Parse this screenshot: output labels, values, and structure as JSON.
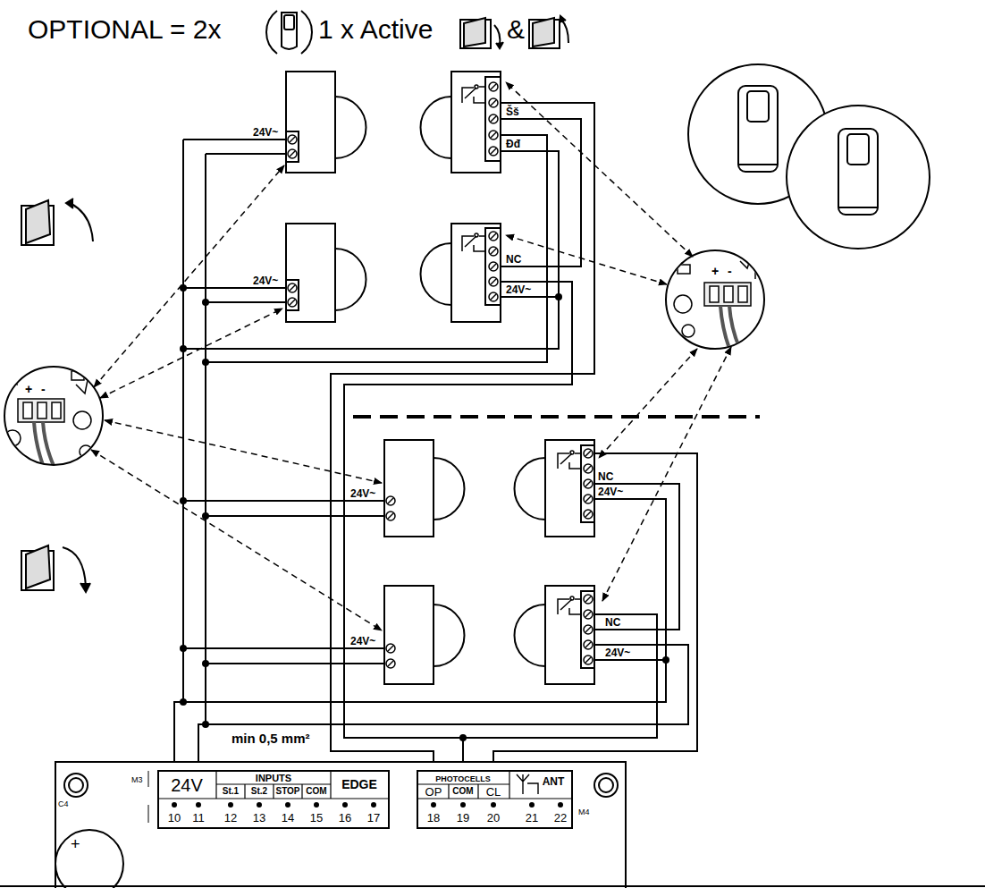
{
  "diagram": {
    "labels": [
      "OPTIONAL = 2x",
      "1 x Active",
      "&",
      "24V~",
      "Šš",
      "Đđ",
      "24V~",
      "NC",
      "24V~",
      "24V~",
      "NC",
      "24V~",
      "24V~",
      "NC",
      "24V~",
      "min 0,5 mm²",
      "24V",
      "INPUTS",
      "St.1",
      "St.2",
      "STOP",
      "COM",
      "EDGE",
      "PHOTOCELLS",
      "OP",
      "COM",
      "CL",
      "ANT",
      "10",
      "11",
      "12",
      "13",
      "14",
      "15",
      "16",
      "17",
      "18",
      "19",
      "20",
      "21",
      "22",
      "M3",
      "C4",
      "+",
      "M4",
      "+",
      "-",
      "+",
      "-"
    ]
  }
}
